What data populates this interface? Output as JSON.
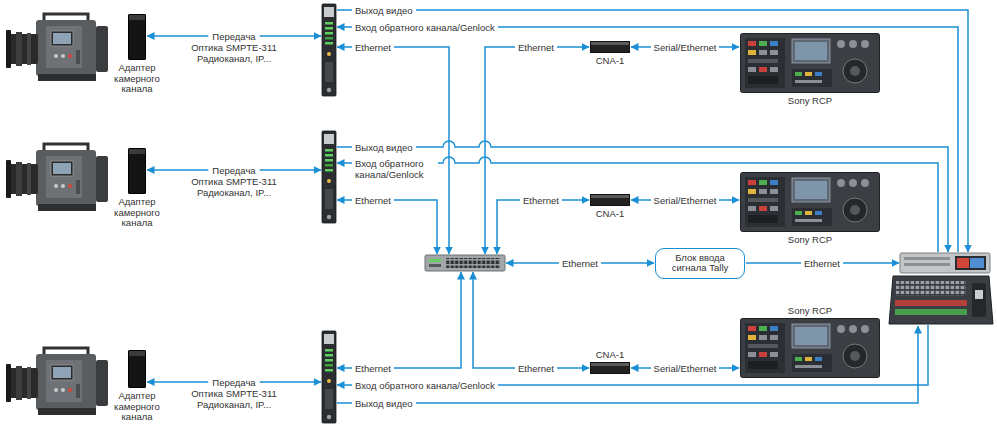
{
  "diagram": {
    "nodes": [
      {
        "text": [
          "Адаптер камерного канала"
        ]
      },
      {
        "text": [
          "CNA-1"
        ]
      },
      {
        "text": [
          "Sony RCP"
        ]
      },
      {
        "text": [
          "Адаптер камерного канала"
        ]
      },
      {
        "text": [
          "CNA-1"
        ]
      },
      {
        "text": [
          "Sony RCP"
        ]
      },
      {
        "text": [
          "Блок ввода сигнала Tally"
        ]
      },
      {
        "text": [
          "Адаптер камерного канала"
        ]
      },
      {
        "text": [
          "CNA-1"
        ]
      },
      {
        "text": [
          "Sony RCP"
        ]
      }
    ],
    "edges": [
      {
        "from": 1,
        "to": 2,
        "label": "Serial/Ethernet",
        "arrow": "both"
      },
      {
        "from": 4,
        "to": 5,
        "label": "Serial/Ethernet",
        "arrow": "both"
      },
      {
        "from": 8,
        "to": 9,
        "label": "Serial/Ethernet",
        "arrow": "both"
      }
    ],
    "labels": [
      "Передача Оптика SMPTE-311 Радиоканал, IP...",
      "Выход видео",
      "Вход обратного канала/Genlock",
      "Ethernet",
      "Ethernet",
      "Передача Оптика SMPTE-311 Радиоканал, IP...",
      "Выход видео",
      "Вход обратного канала/Genlock",
      "Ethernet",
      "Ethernet",
      "Ethernet",
      "Ethernet",
      "Передача Оптика SMPTE-311 Радиоканал, IP...",
      "Ethernet",
      "Вход обратного канала/Genlock",
      "Выход видео",
      "Ethernet"
    ]
  }
}
